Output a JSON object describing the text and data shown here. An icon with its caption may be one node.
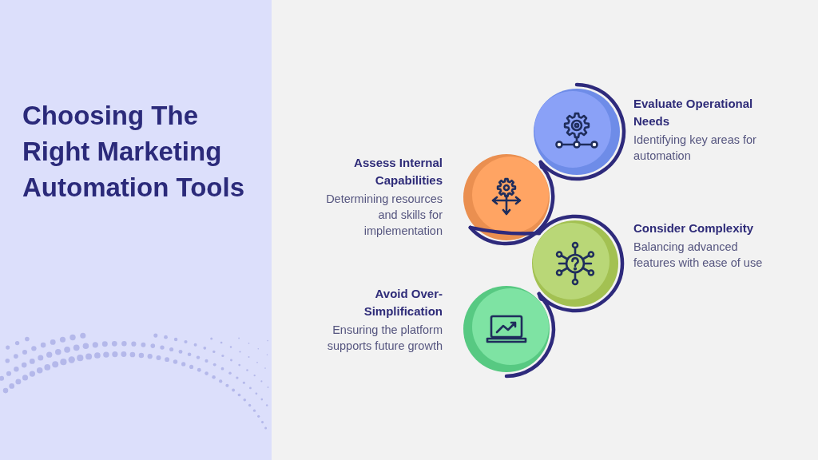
{
  "diagram": {
    "title": "Choosing The Right Marketing Automation Tools",
    "nodes": [
      {
        "text": [
          "Evaluate Operational Needs",
          "Identifying key areas for automation"
        ]
      },
      {
        "text": [
          "Assess Internal Capabilities",
          "Determining resources and skills for implementation"
        ]
      },
      {
        "text": [
          "Consider Complexity",
          "Balancing advanced features with ease of use"
        ]
      },
      {
        "text": [
          "Avoid Over-Simplification",
          "Ensuring the platform supports future growth"
        ]
      }
    ],
    "edges": [
      {
        "from": 0,
        "to": 1,
        "arrow": "none"
      },
      {
        "from": 1,
        "to": 2,
        "arrow": "none"
      },
      {
        "from": 2,
        "to": 3,
        "arrow": "none"
      }
    ]
  }
}
